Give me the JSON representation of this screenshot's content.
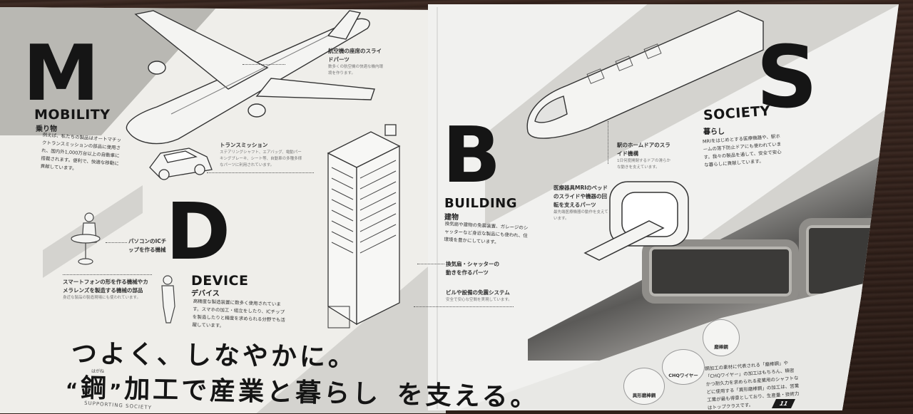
{
  "scene": {
    "description": "Photo of an open Japanese corporate brochure about steel processing lying on a dark wooden table",
    "colors": {
      "paper": "#efeeea",
      "band_gray": "#b9b8b3",
      "ink": "#151515",
      "table": "#2e1f19"
    }
  },
  "categories": {
    "mobility": {
      "letter": "M",
      "title": "MOBILITY",
      "subtitle": "乗り物",
      "body": "例えば、私たちの製品はオートマチックトランスミッションの部品に使用され、国内外1,000万台以上の自動車に搭載されます。便利で、快適な移動に貢献しています。",
      "labels": [
        {
          "title": "航空機の座席のスライドパーツ",
          "note": "数多くの航空機の快適な機内環境を作ります。"
        },
        {
          "title": "トランスミッション",
          "note": "ステアリングシャフト、エアバッグ、電動パーキングブレーキ、シート等、自動車の多種多様なパーツに利用されています。"
        }
      ]
    },
    "device": {
      "letter": "D",
      "title": "DEVICE",
      "subtitle": "デバイス",
      "body": "高精度な製造装置に数多く使用されています。スマホの加工・組立をしたり、ICチップを製造したりと精度を求められる分野でも活躍しています。",
      "labels": [
        {
          "title": "パソコンのICチップを作る機械",
          "note": ""
        },
        {
          "title": "スマートフォンの形を作る機械やカメラレンズを製造する機械の部品",
          "note": "身近な製品の製造現場にも使われています。"
        }
      ]
    },
    "building": {
      "letter": "B",
      "title": "BUILDING",
      "subtitle": "建物",
      "body": "換気扇や建物の免震装置、ガレージのシャッターなど身近な製品にも使われ、住環境を豊かにしています。",
      "labels": [
        {
          "title": "換気扇・シャッターの動きを作るパーツ",
          "note": ""
        },
        {
          "title": "ビルや設備の免震システム",
          "note": "安全で安心な空間を実現しています。"
        }
      ]
    },
    "society": {
      "letter": "S",
      "title": "SOCIETY",
      "subtitle": "暮らし",
      "body": "MRIをはじめとする医療機器や、駅ホームの落下防止ドアにも使われています。我々の製品を通して、安全で安心な暮らしに貢献しています。",
      "labels": [
        {
          "title": "駅のホームドアのスライド機構",
          "note": "1日何度開閉するドアの滑らかな動きを支えています。"
        },
        {
          "title": "医療器具MRIのベッドのスライドや機器の回転を支えるパーツ",
          "note": "最先端医療機器の動作を支えています。"
        }
      ]
    }
  },
  "materials": {
    "badges": [
      "磨棒鋼",
      "CHQワイヤー",
      "異形磨棒鋼"
    ],
    "body": "鋼加工の素材に代表される「磨棒鋼」や「CHQワイヤー」の加工はもちろん、精密かつ耐久力を求められる産業用のシャフトなどに使用する「異形磨棒鋼」の加工は、営業工業が最も得意としており、生産量・技術力はトップクラスです。"
  },
  "headline": {
    "line1": "つよく、しなやかに。",
    "line2_quote_open": "“",
    "line2_kanji": "鋼",
    "line2_ruby": "はがね",
    "line2_quote_close": "”",
    "line2_rest": "加工で産業と暮らし",
    "line2_end": "を支える。",
    "tagline": "SUPPORTING SOCIETY"
  },
  "page": {
    "number": "11"
  }
}
